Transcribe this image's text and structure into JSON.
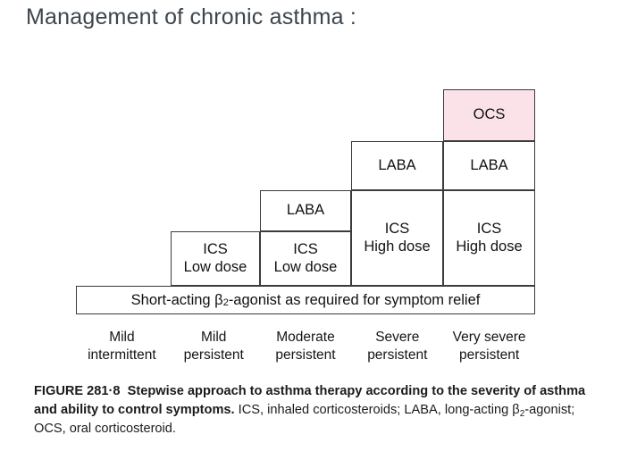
{
  "page": {
    "title": "Management of chronic asthma :",
    "background": "#ffffff",
    "title_color": "#3c454d"
  },
  "figure": {
    "id": "281-8",
    "highlight_color": "#fbe2e9",
    "border_color": "#3b3b3b",
    "reliever_bar": {
      "prefix": "Short-acting β",
      "subscript": "2",
      "suffix": "-agonist as required for symptom relief"
    },
    "steps": [
      {
        "severity_line1": "Mild",
        "severity_line2": "intermittent",
        "cells": []
      },
      {
        "severity_line1": "Mild",
        "severity_line2": "persistent",
        "cells": [
          {
            "line1": "ICS",
            "line2": "Low dose",
            "highlight": false
          }
        ]
      },
      {
        "severity_line1": "Moderate",
        "severity_line2": "persistent",
        "cells": [
          {
            "line1": "LABA",
            "line2": "",
            "highlight": false
          },
          {
            "line1": "ICS",
            "line2": "Low dose",
            "highlight": false
          }
        ]
      },
      {
        "severity_line1": "Severe",
        "severity_line2": "persistent",
        "cells": [
          {
            "line1": "LABA",
            "line2": "",
            "highlight": false
          },
          {
            "line1": "ICS",
            "line2": "High dose",
            "highlight": false
          }
        ]
      },
      {
        "severity_line1": "Very severe",
        "severity_line2": "persistent",
        "cells": [
          {
            "line1": "OCS",
            "line2": "",
            "highlight": true
          },
          {
            "line1": "LABA",
            "line2": "",
            "highlight": false
          },
          {
            "line1": "ICS",
            "line2": "High dose",
            "highlight": false
          }
        ]
      }
    ],
    "cell_texts": {
      "c2_ics": "ICS",
      "c2_ics_dose": "Low dose",
      "c3_laba": "LABA",
      "c3_ics": "ICS",
      "c3_ics_dose": "Low dose",
      "c4_laba": "LABA",
      "c4_ics": "ICS",
      "c4_ics_dose": "High dose",
      "c5_ocs": "OCS",
      "c5_laba": "LABA",
      "c5_ics": "ICS",
      "c5_ics_dose": "High dose"
    },
    "severity_labels": [
      {
        "line1": "Mild",
        "line2": "intermittent"
      },
      {
        "line1": "Mild",
        "line2": "persistent"
      },
      {
        "line1": "Moderate",
        "line2": "persistent"
      },
      {
        "line1": "Severe",
        "line2": "persistent"
      },
      {
        "line1": "Very severe",
        "line2": "persistent"
      }
    ],
    "caption": {
      "figure_label": "FIGURE 281·8",
      "bold_text": "Stepwise approach to asthma therapy according to the severity of asthma and ability to control symptoms.",
      "rest_part1": " ICS, inhaled corticosteroids; LABA, long-acting β",
      "rest_subscript": "2",
      "rest_part2": "-agonist; OCS, oral corticosteroid."
    }
  }
}
